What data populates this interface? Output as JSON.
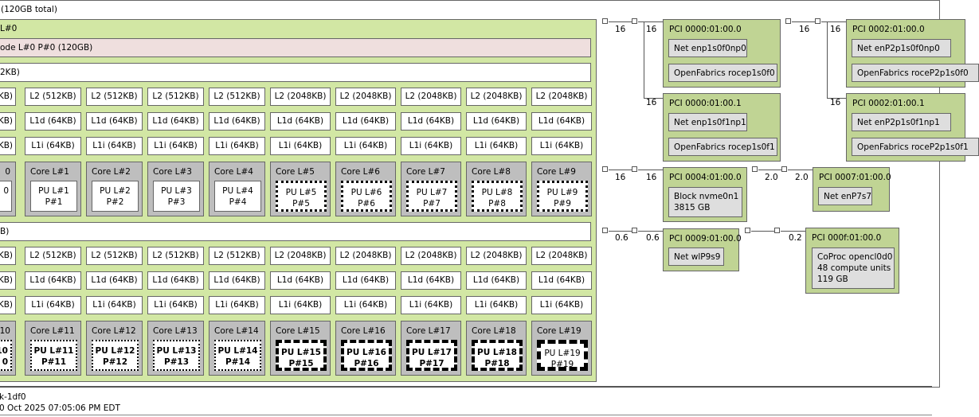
{
  "machine": {
    "label": "(120GB total)"
  },
  "package": {
    "label": "L#0"
  },
  "numa": {
    "label": "ode L#0 P#0 (120GB)"
  },
  "l3": [
    {
      "label": "2KB)"
    },
    {
      "label": "B)"
    }
  ],
  "rows": [
    {
      "l2": [
        "KB)",
        "L2 (512KB)",
        "L2 (512KB)",
        "L2 (512KB)",
        "L2 (512KB)",
        "L2 (2048KB)",
        "L2 (2048KB)",
        "L2 (2048KB)",
        "L2 (2048KB)",
        "L2 (2048KB)"
      ],
      "l1d": [
        "KB)",
        "L1d (64KB)",
        "L1d (64KB)",
        "L1d (64KB)",
        "L1d (64KB)",
        "L1d (64KB)",
        "L1d (64KB)",
        "L1d (64KB)",
        "L1d (64KB)",
        "L1d (64KB)"
      ],
      "l1i": [
        "KB)",
        "L1i (64KB)",
        "L1i (64KB)",
        "L1i (64KB)",
        "L1i (64KB)",
        "L1i (64KB)",
        "L1i (64KB)",
        "L1i (64KB)",
        "L1i (64KB)",
        "L1i (64KB)"
      ],
      "cores": [
        {
          "label": "0",
          "pu1": "0",
          "pu2": "",
          "style": "solid"
        },
        {
          "label": "Core L#1",
          "pu1": "PU L#1",
          "pu2": "P#1",
          "style": "solid"
        },
        {
          "label": "Core L#2",
          "pu1": "PU L#2",
          "pu2": "P#2",
          "style": "solid"
        },
        {
          "label": "Core L#3",
          "pu1": "PU L#3",
          "pu2": "P#3",
          "style": "solid"
        },
        {
          "label": "Core L#4",
          "pu1": "PU L#4",
          "pu2": "P#4",
          "style": "solid"
        },
        {
          "label": "Core L#5",
          "pu1": "PU L#5",
          "pu2": "P#5",
          "style": "dot2"
        },
        {
          "label": "Core L#6",
          "pu1": "PU L#6",
          "pu2": "P#6",
          "style": "dot2"
        },
        {
          "label": "Core L#7",
          "pu1": "PU L#7",
          "pu2": "P#7",
          "style": "dot2"
        },
        {
          "label": "Core L#8",
          "pu1": "PU L#8",
          "pu2": "P#8",
          "style": "dot2"
        },
        {
          "label": "Core L#9",
          "pu1": "PU L#9",
          "pu2": "P#9",
          "style": "dot2"
        }
      ]
    },
    {
      "l2": [
        "KB)",
        "L2 (512KB)",
        "L2 (512KB)",
        "L2 (512KB)",
        "L2 (512KB)",
        "L2 (2048KB)",
        "L2 (2048KB)",
        "L2 (2048KB)",
        "L2 (2048KB)",
        "L2 (2048KB)"
      ],
      "l1d": [
        "KB)",
        "L1d (64KB)",
        "L1d (64KB)",
        "L1d (64KB)",
        "L1d (64KB)",
        "L1d (64KB)",
        "L1d (64KB)",
        "L1d (64KB)",
        "L1d (64KB)",
        "L1d (64KB)"
      ],
      "l1i": [
        "KB)",
        "L1i (64KB)",
        "L1i (64KB)",
        "L1i (64KB)",
        "L1i (64KB)",
        "L1i (64KB)",
        "L1i (64KB)",
        "L1i (64KB)",
        "L1i (64KB)",
        "L1i (64KB)"
      ],
      "cores": [
        {
          "label": "10",
          "pu1": "10",
          "pu2": "0",
          "style": "dot1 bold"
        },
        {
          "label": "Core L#11",
          "pu1": "PU L#11",
          "pu2": "P#11",
          "style": "dot1 bold"
        },
        {
          "label": "Core L#12",
          "pu1": "PU L#12",
          "pu2": "P#12",
          "style": "dot1 bold"
        },
        {
          "label": "Core L#13",
          "pu1": "PU L#13",
          "pu2": "P#13",
          "style": "dot1 bold"
        },
        {
          "label": "Core L#14",
          "pu1": "PU L#14",
          "pu2": "P#14",
          "style": "dot1 bold"
        },
        {
          "label": "Core L#15",
          "pu1": "PU L#15",
          "pu2": "P#15",
          "style": "dash1 bold"
        },
        {
          "label": "Core L#16",
          "pu1": "PU L#16",
          "pu2": "P#16",
          "style": "dash1 bold"
        },
        {
          "label": "Core L#17",
          "pu1": "PU L#17",
          "pu2": "P#17",
          "style": "dash1 bold"
        },
        {
          "label": "Core L#18",
          "pu1": "PU L#18",
          "pu2": "P#18",
          "style": "dash1 bold"
        },
        {
          "label": "Core L#19",
          "pu1": "PU L#19",
          "pu2": "P#19",
          "style": "dash2"
        }
      ]
    }
  ],
  "pci": {
    "b1_speed_a": "16",
    "b1_speed_b": "16",
    "b1_speed_c": "16",
    "dev_0000_0": {
      "title": "PCI 0000:01:00.0",
      "os": [
        "Net enp1s0f0np0",
        "OpenFabrics rocep1s0f0"
      ]
    },
    "dev_0000_1": {
      "title": "PCI 0000:01:00.1",
      "os": [
        "Net enp1s0f1np1",
        "OpenFabrics rocep1s0f1"
      ]
    },
    "b2_speed_a": "16",
    "b2_speed_b": "16",
    "b2_speed_c": "16",
    "dev_0002_0": {
      "title": "PCI 0002:01:00.0",
      "os": [
        "Net enP2p1s0f0np0",
        "OpenFabrics roceP2p1s0f0"
      ]
    },
    "dev_0002_1": {
      "title": "PCI 0002:01:00.1",
      "os": [
        "Net enP2p1s0f1np1",
        "OpenFabrics roceP2p1s0f1"
      ]
    },
    "b3_speed_a": "16",
    "b3_speed_b": "16",
    "dev_0004": {
      "title": "PCI 0004:01:00.0",
      "os": [
        "Block nvme0n1",
        "3815 GB"
      ]
    },
    "b4_speed_a": "2.0",
    "b4_speed_b": "2.0",
    "dev_0007": {
      "title": "PCI 0007:01:00.0",
      "os": [
        "Net enP7s7"
      ]
    },
    "b5_speed_a": "0.6",
    "b5_speed_b": "0.6",
    "dev_0009": {
      "title": "PCI 0009:01:00.0",
      "os": [
        "Net wlP9s9"
      ]
    },
    "b6_speed_b": "0.2",
    "dev_000f": {
      "title": "PCI 000f:01:00.0",
      "os": [
        "CoProc opencl0d0",
        "48 compute units",
        "119 GB"
      ]
    }
  },
  "footer": {
    "host": "k-1df0",
    "date": "0 Oct 2025 07:05:06 PM EDT"
  }
}
